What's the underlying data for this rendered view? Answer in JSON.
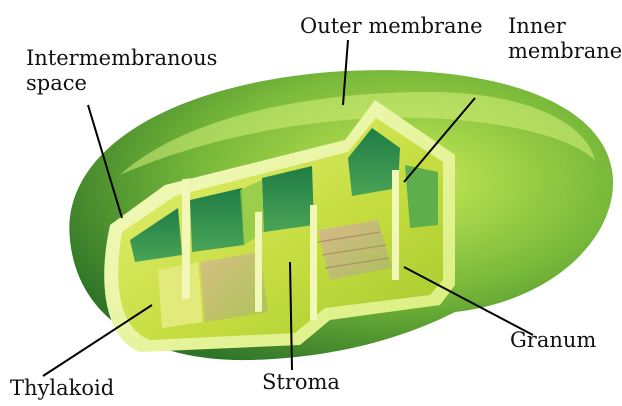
{
  "diagram": {
    "labels": {
      "outer_membrane": "Outer membrane",
      "inner_membrane": [
        "Inner",
        "membrane"
      ],
      "intermembranous_space": [
        "Intermembranous",
        "space"
      ],
      "granum": "Granum",
      "stroma": "Stroma",
      "thylakoid": "Thylakoid"
    },
    "colors": {
      "outer_shell_dark": "#3f8a2c",
      "outer_shell_light": "#b9df4a",
      "inner_membrane": "#e9f4a6",
      "stroma": "#d7e94a",
      "thylakoid": "#2f8f4a",
      "granum_core": "#c7a47a",
      "leader_line": "#000000"
    }
  }
}
